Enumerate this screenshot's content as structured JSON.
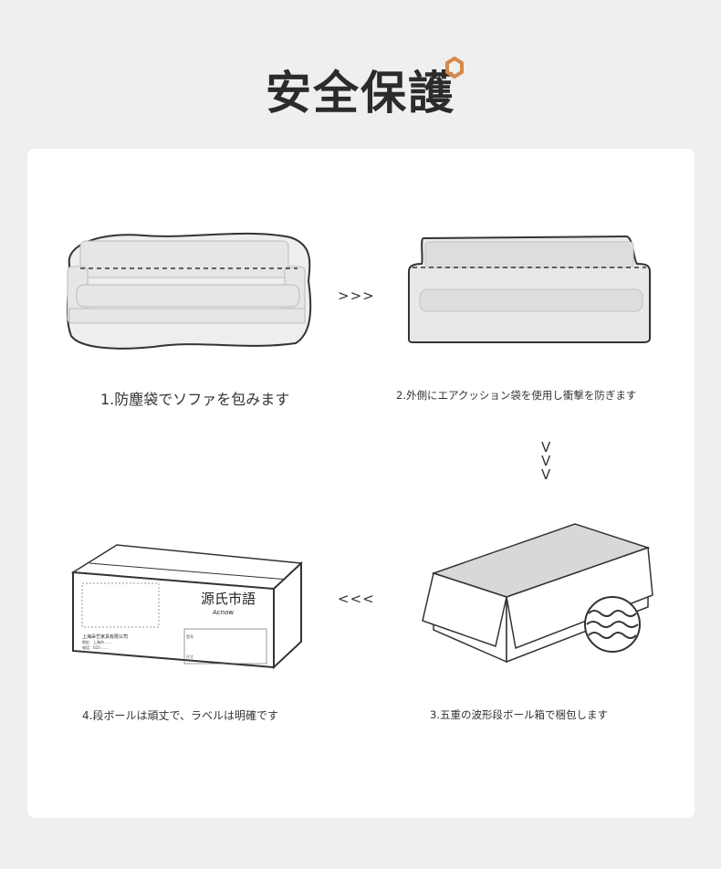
{
  "title": "安全保護",
  "steps": [
    {
      "label": "1.防塵袋でソファを包みます"
    },
    {
      "label": "2.外側にエアクッション袋を使用し衝撃を防ぎます"
    },
    {
      "label": "3.五重の波形段ボール箱で梱包します"
    },
    {
      "label": "4.段ボールは頑丈で、ラベルは明確です"
    }
  ],
  "arrows": {
    "right": ">>>",
    "down": "V\nV\nV",
    "left": "<<<"
  },
  "box_label": {
    "brand": "源氏市語",
    "brand_en": "Acnow",
    "company": "上海朵艺家具有限公司",
    "address": "地址：上海市……",
    "phone": "电话：021-……",
    "model_label": "型号",
    "size_label": "尺寸"
  },
  "colors": {
    "accent": "#d4894a",
    "bg": "#efefef"
  }
}
